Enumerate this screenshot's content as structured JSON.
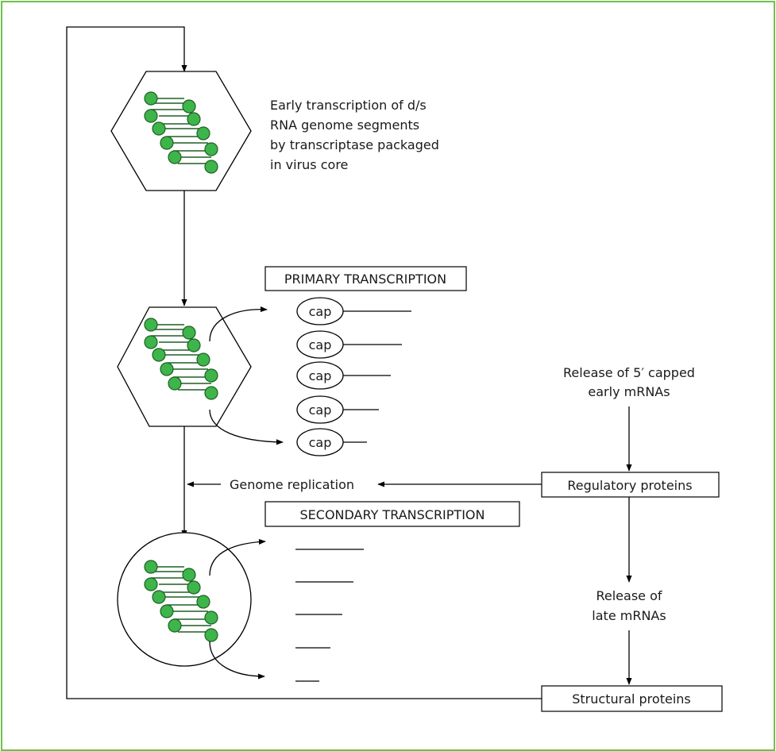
{
  "colors": {
    "frame_border": "#6cc24a",
    "genome_segment": "#3db54a"
  },
  "labels": {
    "early_transcription": [
      "Early transcription of d/s",
      "RNA genome segments",
      "by transcriptase packaged",
      "in virus core"
    ],
    "primary_transcription": "PRIMARY TRANSCRIPTION",
    "secondary_transcription": "SECONDARY TRANSCRIPTION",
    "cap": "cap",
    "release_early": [
      "Release of 5′ capped",
      "early mRNAs"
    ],
    "regulatory_proteins": "Regulatory proteins",
    "genome_replication": "Genome replication",
    "release_late": [
      "Release of",
      "late mRNAs"
    ],
    "structural_proteins": "Structural proteins"
  },
  "icons": {
    "virus_core": "hexagon-core-with-genome-segments",
    "replicating_particle": "circle-core-with-genome-segments"
  }
}
